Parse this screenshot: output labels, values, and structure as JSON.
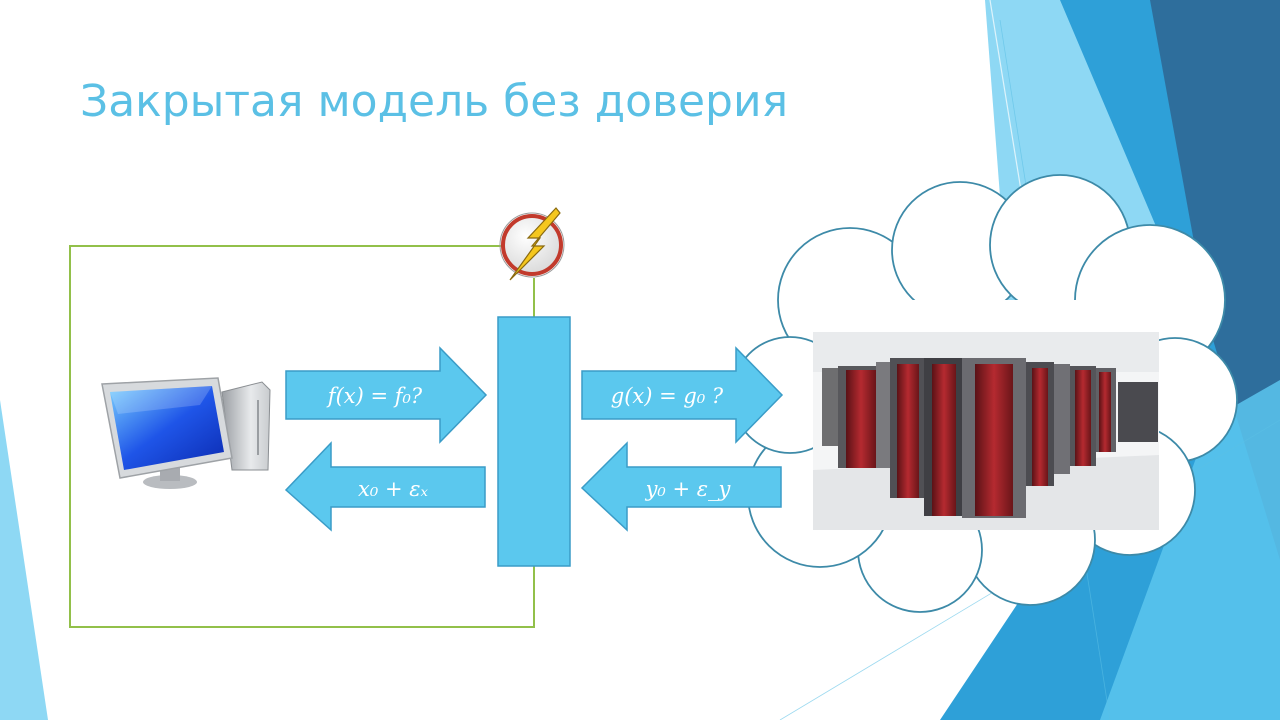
{
  "slide": {
    "title": "Закрытая модель без доверия"
  },
  "arrows": {
    "request_client": "f(x) = f₀?",
    "response_client": "x₀ + εₓ",
    "request_server": "g(x) = g₀ ?",
    "response_server": "y₀ + ε_y"
  },
  "icons": {
    "client": "computer-monitor-icon",
    "attack": "lightning-bolt-icon",
    "server": "supercomputer-photo"
  },
  "colors": {
    "accent": "#5bc0e5",
    "arrow_fill": "#5bc8ee",
    "arrow_stroke": "#3a9cc7",
    "boundary": "#92c04a",
    "cloud_stroke": "#3d8aa8",
    "deco_dark": "#2e6e9c",
    "deco_mid": "#2ea0d8",
    "deco_light": "#8ed8f4"
  }
}
